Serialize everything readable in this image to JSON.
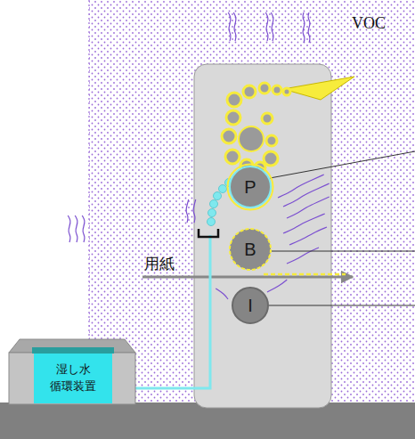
{
  "diagram": {
    "nodes": [
      {
        "text": [
          "P"
        ]
      },
      {
        "text": [
          "B"
        ]
      },
      {
        "text": [
          "I"
        ]
      },
      {
        "text": [
          "湿し水 循環装置"
        ]
      }
    ],
    "labels": [
      "VOC",
      "用紙"
    ]
  }
}
